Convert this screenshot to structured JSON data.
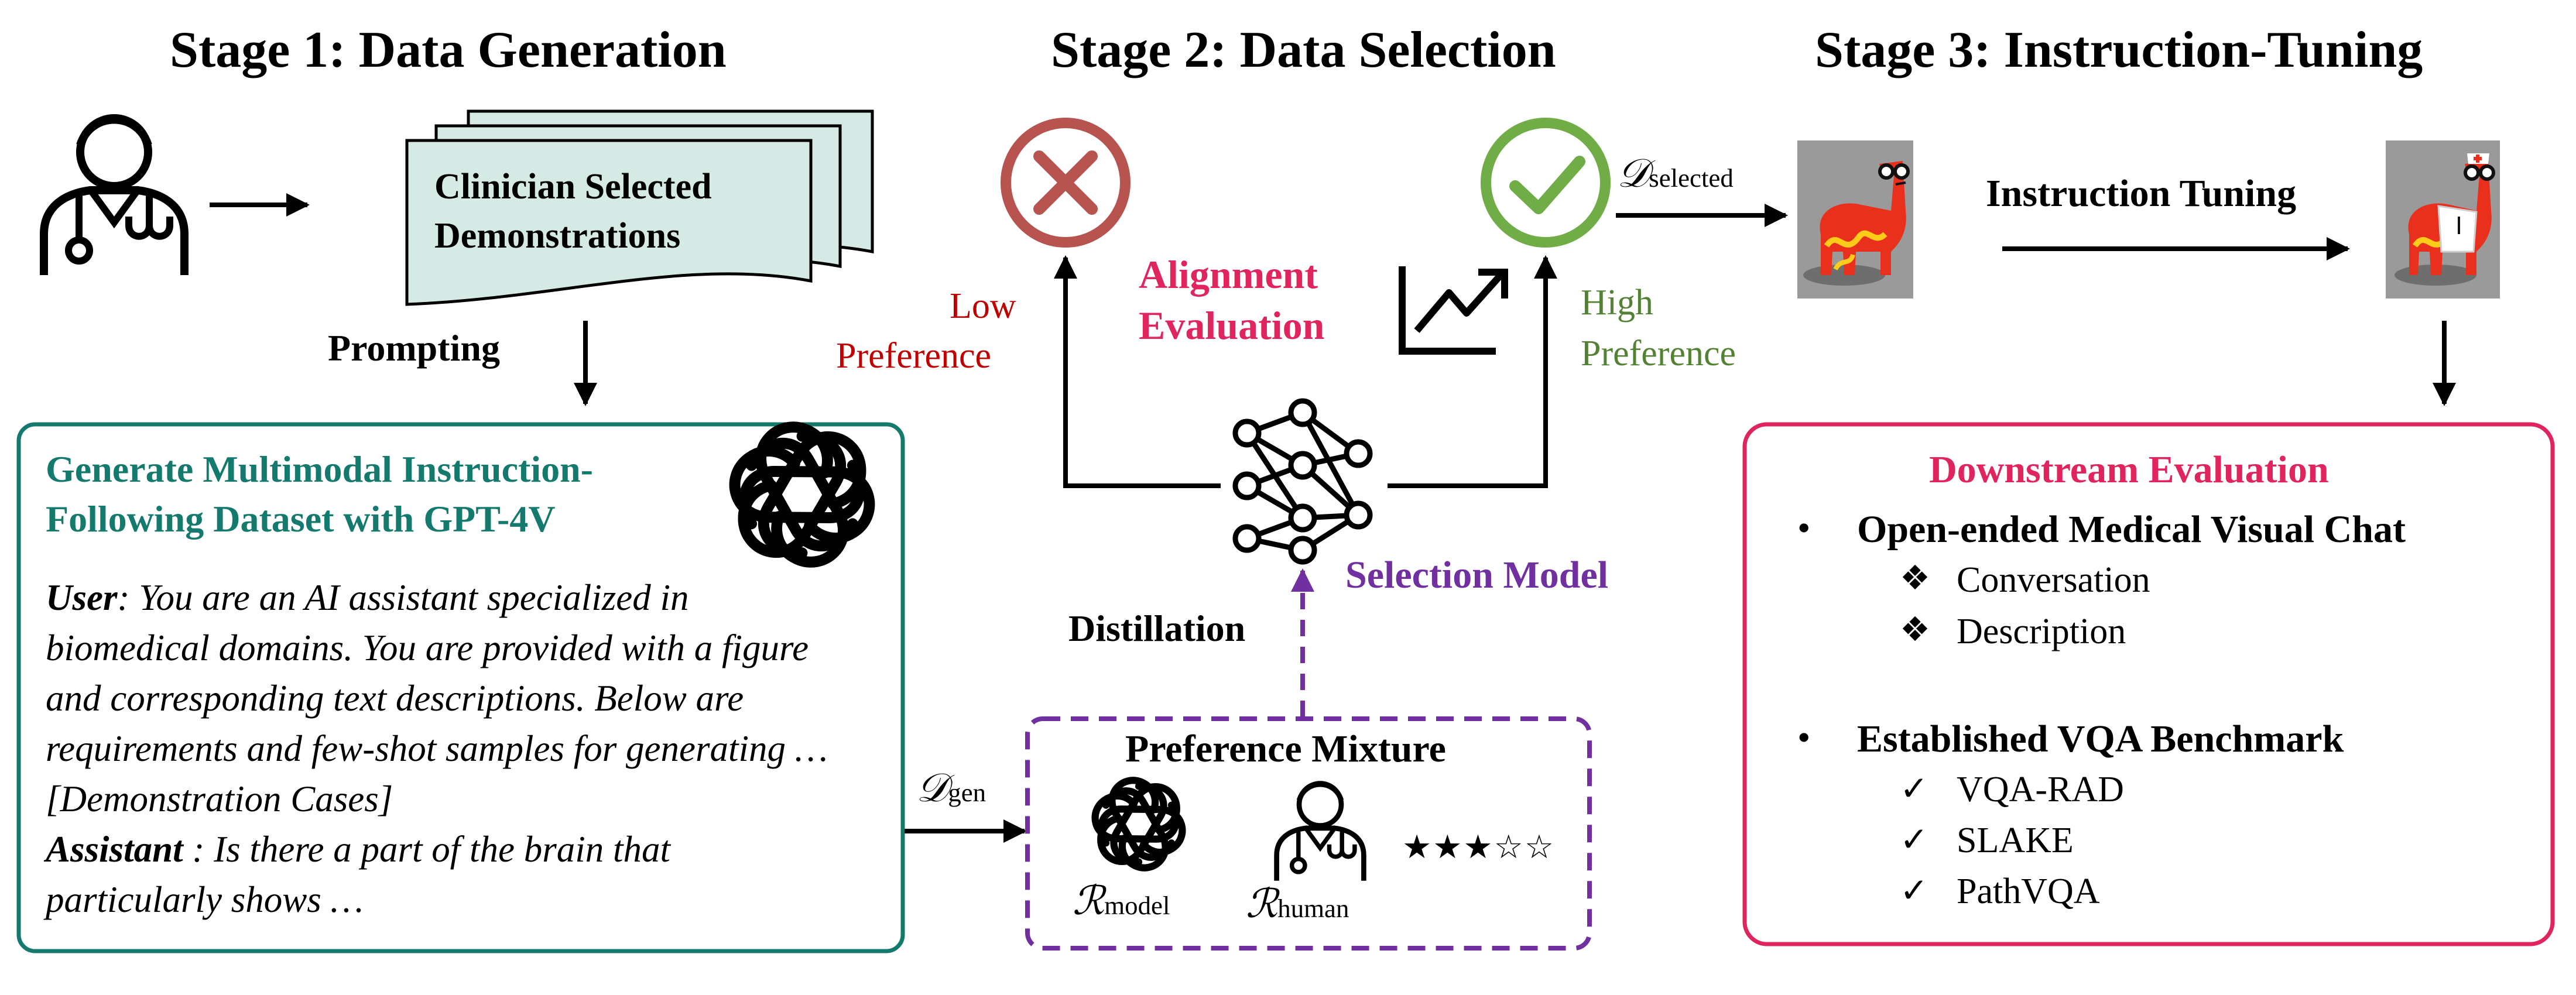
{
  "stages": {
    "stage1_title": "Stage 1: Data Generation",
    "stage2_title": "Stage 2: Data Selection",
    "stage3_title": "Stage 3: Instruction-Tuning"
  },
  "stage1": {
    "demo_doc_line1": "Clinician Selected",
    "demo_doc_line2": "Demonstrations",
    "prompting_label": "Prompting",
    "gen_box_title_line1": "Generate Multimodal Instruction-",
    "gen_box_title_line2": "Following Dataset with GPT-4V",
    "user_label": "User",
    "user_text_line1": ": You are an AI assistant specialized in",
    "user_text_line2": "biomedical domains. You are provided with a figure",
    "user_text_line3": "and corresponding text descriptions. Below are",
    "user_text_line4": "requirements and few-shot samples for generating …",
    "user_text_line5": "[Demonstration Cases]",
    "assistant_label": "Assistant",
    "assistant_text_line1": " : Is there a part of the brain that",
    "assistant_text_line2": "particularly shows …",
    "d_gen_symbol": "𝒟",
    "d_gen_sub": "gen"
  },
  "stage2": {
    "low_pref_line1": "Low",
    "low_pref_line2": "Preference",
    "high_pref_line1": "High",
    "high_pref_line2": "Preference",
    "alignment_line1": "Alignment",
    "alignment_line2": "Evaluation",
    "selection_model_label": "Selection Model",
    "distillation_label": "Distillation",
    "pref_mixture_title": "Preference Mixture",
    "r_symbol": "ℛ",
    "r_model_sub": "model",
    "r_human_sub": "human",
    "stars": "★★★☆☆",
    "d_selected_symbol": "𝒟",
    "d_selected_sub": "selected"
  },
  "stage3": {
    "instruction_tuning_label": "Instruction Tuning",
    "downstream_title": "Downstream Evaluation",
    "bullet_symbol": "•",
    "group1_title": "Open-ended Medical Visual Chat",
    "group1_marker": "❖",
    "group1_items": [
      "Conversation",
      "Description"
    ],
    "group2_title": "Established VQA Benchmark",
    "group2_marker": "✓",
    "group2_items": [
      "VQA-RAD",
      "SLAKE",
      "PathVQA"
    ]
  },
  "colors": {
    "teal": "#157a6e",
    "crimson": "#e0245e",
    "purple": "#7030a0",
    "low_red": "#c00000",
    "high_green": "#548235",
    "reject_red": "#b85450",
    "accept_green": "#70ad47",
    "doc_fill": "#d5eae5"
  },
  "icons": {
    "doctor": "doctor-icon",
    "document_stack": "document-stack-icon",
    "openai": "openai-logo-icon",
    "reject": "x-circle-icon",
    "accept": "check-circle-icon",
    "trend": "trend-up-icon",
    "network": "neural-network-icon",
    "llama_base": "llama-mascot-image",
    "llama_doctor": "llama-doctor-mascot-image"
  }
}
